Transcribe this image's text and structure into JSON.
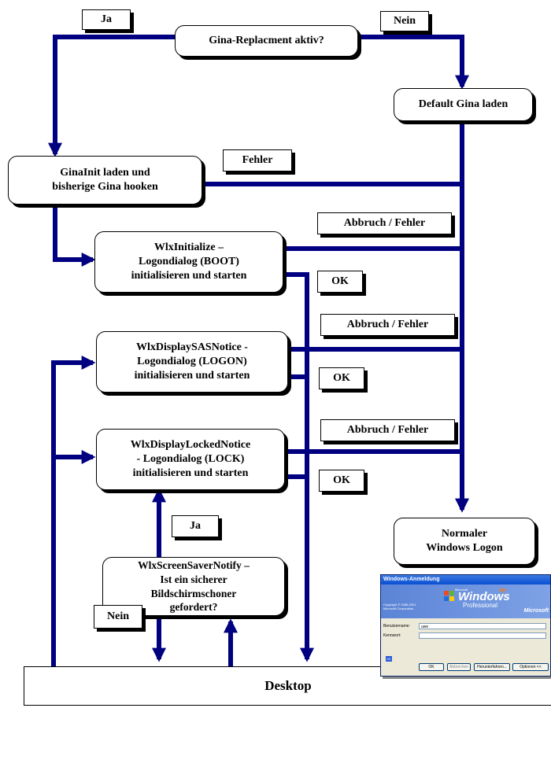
{
  "nodes": {
    "gina_active": "Gina-Replacment aktiv?",
    "default_gina": "Default Gina laden",
    "ginainit": "GinaInit laden und\nbisherige Gina hooken",
    "wlx_initialize": "WlxInitialize  –\nLogondialog (BOOT)\ninitialisieren und starten",
    "wlx_sas": "WlxDisplaySASNotice  -\nLogondialog (LOGON)\ninitialisieren und starten",
    "wlx_locked": "WlxDisplayLockedNotice\n- Logondialog (LOCK)\ninitialisieren und starten",
    "wlx_screensaver": "WlxScreenSaverNotify  –\nIst ein sicherer\nBildschirmschoner\ngefordert?",
    "normal_logon": "Normaler\nWindows Logon",
    "desktop": "Desktop"
  },
  "labels": {
    "ja_top": "Ja",
    "nein_top": "Nein",
    "fehler": "Fehler",
    "abbruch1": "Abbruch / Fehler",
    "ok1": "OK",
    "abbruch2": "Abbruch / Fehler",
    "ok2": "OK",
    "abbruch3": "Abbruch / Fehler",
    "ok3": "OK",
    "ja_bottom": "Ja",
    "nein_bottom": "Nein"
  },
  "logon_window": {
    "title": "Windows-Anmeldung",
    "copyright": "Copyright © 1985-2001\nMicrosoft Corporation",
    "brand_small": "Microsoft",
    "brand": "Windows",
    "xp": "xp",
    "edition": "Professional",
    "ms_brand": "Microsoft",
    "username_label": "Benutzername:",
    "username_value": "uwe",
    "password_label": "Kennwort:",
    "btn_ok": "OK",
    "btn_cancel": "Abbrechen",
    "btn_shutdown": "Herunterfahren...",
    "btn_options": "Optionen <<",
    "kbd": "DE"
  },
  "colors": {
    "arrow": "#000080",
    "border": "#000000"
  }
}
